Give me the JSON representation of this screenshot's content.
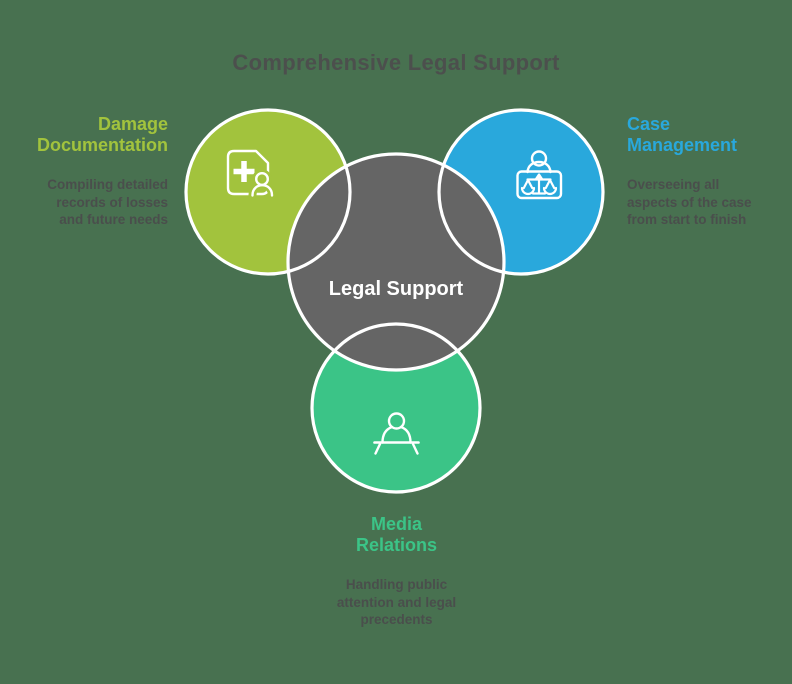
{
  "title": "Comprehensive Legal Support",
  "background_color": "#487150",
  "center": {
    "label": "Legal Support",
    "color": "#656565",
    "text_color": "#ffffff"
  },
  "sections": [
    {
      "id": "damage-documentation",
      "label": "Damage\nDocumentation",
      "description": "Compiling detailed\nrecords of losses\nand future needs",
      "color": "#a2c33d",
      "icon": "medical-document-icon",
      "position": "top-left"
    },
    {
      "id": "case-management",
      "label": "Case\nManagement",
      "description": "Overseeing all\naspects of the case\nfrom start to finish",
      "color": "#29a8dc",
      "icon": "scales-of-justice-icon",
      "position": "top-right"
    },
    {
      "id": "media-relations",
      "label": "Media\nRelations",
      "description": "Handling public\nattention and legal\nprecedents",
      "color": "#3bc487",
      "icon": "podium-speaker-icon",
      "position": "bottom"
    }
  ]
}
